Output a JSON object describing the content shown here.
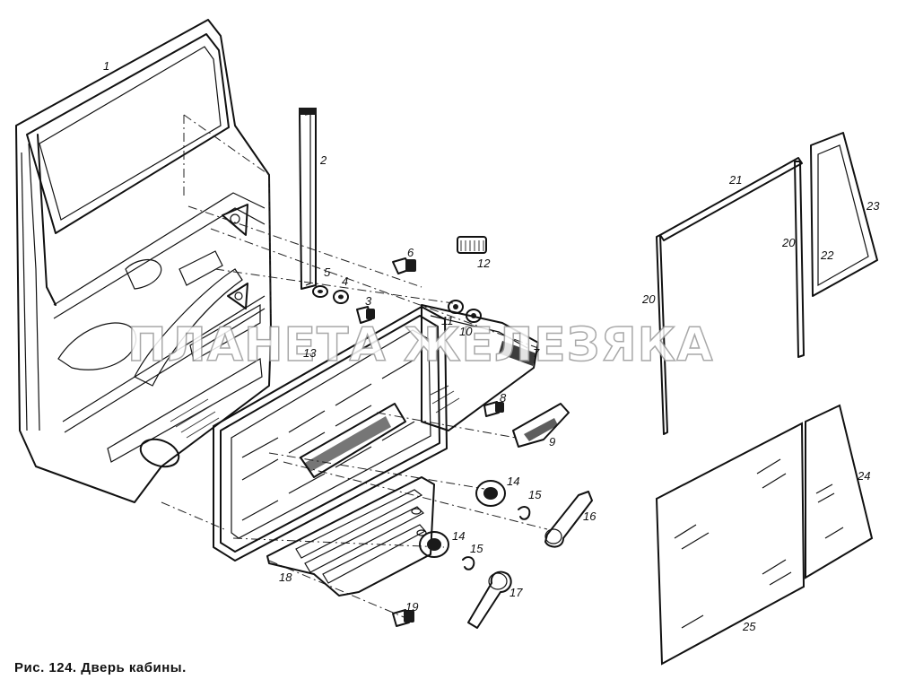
{
  "figure": {
    "caption": "Рис. 124. Дверь кабины.",
    "watermark": "ПЛАНЕТА ЖЕЛЕЗЯКА"
  },
  "parts": [
    {
      "id": "p1",
      "label": "1"
    },
    {
      "id": "p2",
      "label": "2"
    },
    {
      "id": "p3",
      "label": "3"
    },
    {
      "id": "p4",
      "label": "4"
    },
    {
      "id": "p5",
      "label": "5"
    },
    {
      "id": "p6",
      "label": "6"
    },
    {
      "id": "p7",
      "label": "7"
    },
    {
      "id": "p8",
      "label": "8"
    },
    {
      "id": "p9",
      "label": "9"
    },
    {
      "id": "p10",
      "label": "10"
    },
    {
      "id": "p11",
      "label": "11"
    },
    {
      "id": "p12",
      "label": "12"
    },
    {
      "id": "p13",
      "label": "13"
    },
    {
      "id": "p14a",
      "label": "14"
    },
    {
      "id": "p14b",
      "label": "14"
    },
    {
      "id": "p15a",
      "label": "15"
    },
    {
      "id": "p15b",
      "label": "15"
    },
    {
      "id": "p16",
      "label": "16"
    },
    {
      "id": "p17",
      "label": "17"
    },
    {
      "id": "p18",
      "label": "18"
    },
    {
      "id": "p19",
      "label": "19"
    },
    {
      "id": "p20a",
      "label": "20"
    },
    {
      "id": "p20b",
      "label": "20"
    },
    {
      "id": "p21",
      "label": "21"
    },
    {
      "id": "p22",
      "label": "22"
    },
    {
      "id": "p23",
      "label": "23"
    },
    {
      "id": "p24",
      "label": "24"
    },
    {
      "id": "p25",
      "label": "25"
    }
  ]
}
